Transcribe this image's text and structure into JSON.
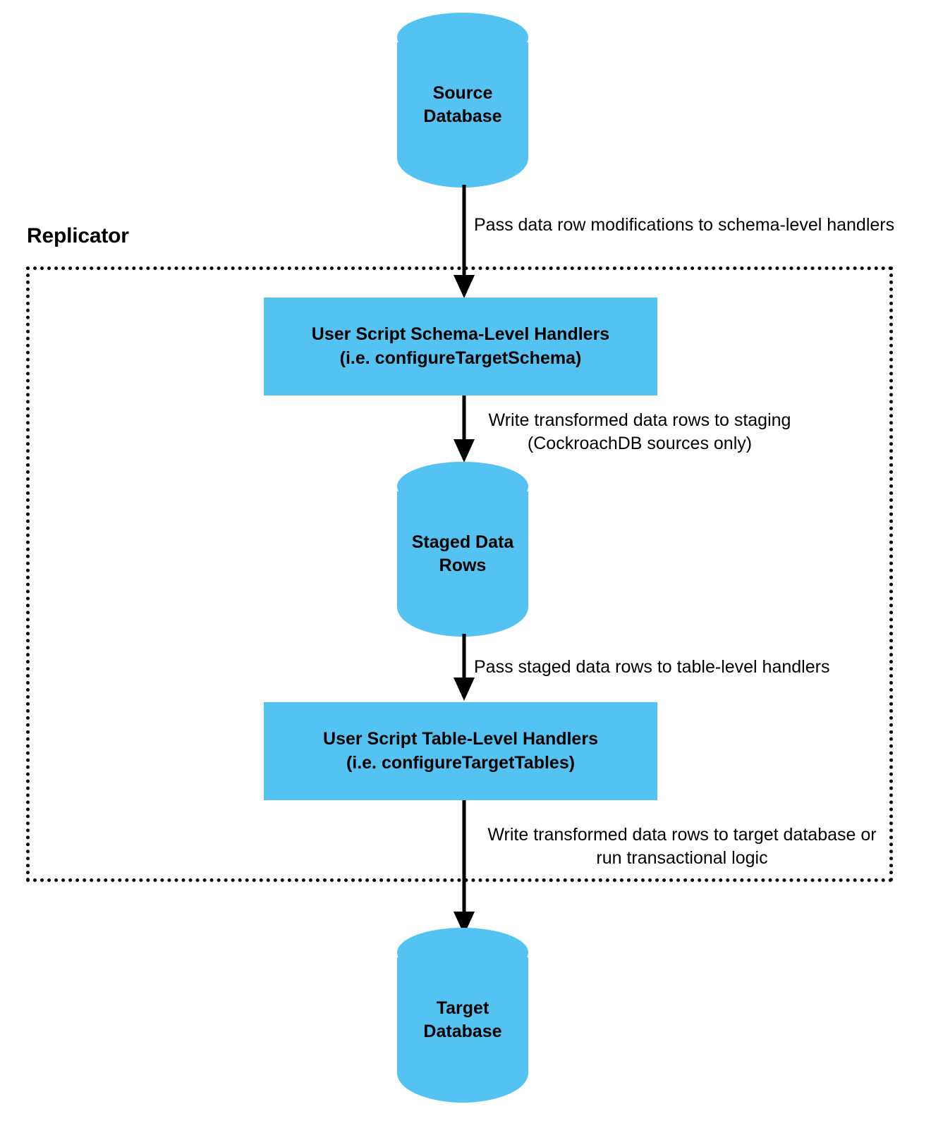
{
  "diagram": {
    "title_visible": false,
    "colors": {
      "node_fill": "#55c3f2",
      "stroke": "#000000",
      "background": "#ffffff"
    },
    "group": {
      "label": "Replicator"
    },
    "nodes": {
      "source_database": {
        "label": "Source\nDatabase",
        "shape": "cylinder"
      },
      "schema_handlers": {
        "label": "User Script Schema-Level Handlers\n(i.e. configureTargetSchema)",
        "shape": "rectangle"
      },
      "staged_rows": {
        "label": "Staged Data\nRows",
        "shape": "cylinder"
      },
      "table_handlers": {
        "label": "User Script Table-Level Handlers\n(i.e. configureTargetTables)",
        "shape": "rectangle"
      },
      "target_database": {
        "label": "Target\nDatabase",
        "shape": "cylinder"
      }
    },
    "edges": {
      "source_to_schema": {
        "label": "Pass data row modifications to schema-level handlers"
      },
      "schema_to_staged": {
        "label": "Write transformed data rows to staging\n(CockroachDB sources only)"
      },
      "staged_to_table": {
        "label": "Pass staged data rows to table-level handlers"
      },
      "table_to_target": {
        "label": "Write transformed data rows to target database or\nrun transactional logic"
      }
    }
  }
}
